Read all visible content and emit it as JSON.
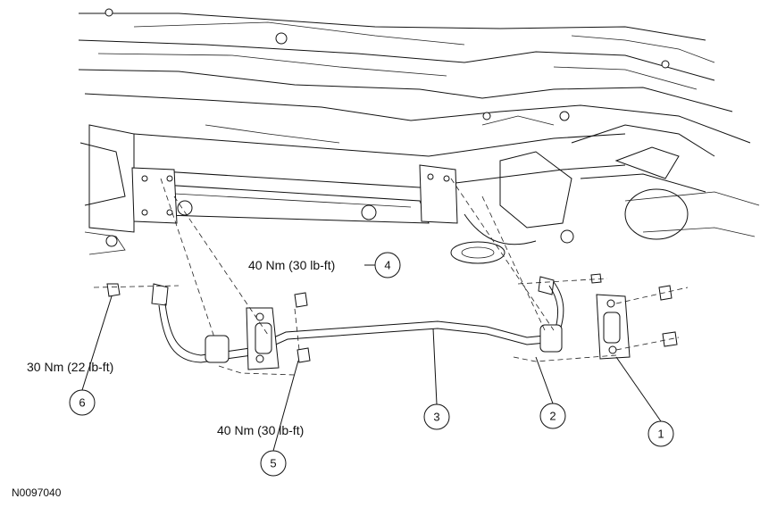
{
  "figure_id": "N0097040",
  "callouts": [
    {
      "number": "1"
    },
    {
      "number": "2"
    },
    {
      "number": "3"
    },
    {
      "number": "4",
      "torque": "40 Nm (30 lb-ft)"
    },
    {
      "number": "5",
      "torque": "40 Nm (30 lb-ft)"
    },
    {
      "number": "6",
      "torque": "30 Nm (22 lb-ft)"
    }
  ]
}
